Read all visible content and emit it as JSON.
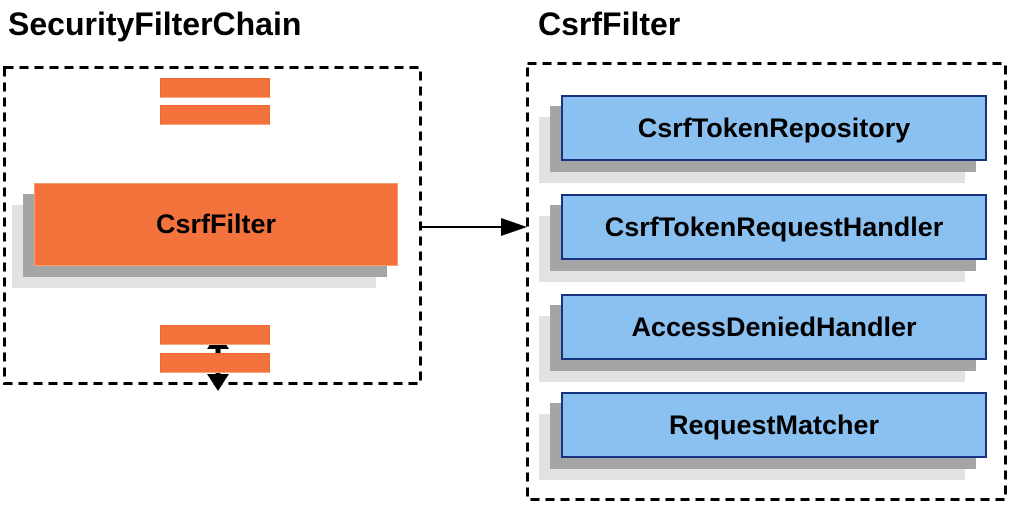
{
  "diagram": {
    "left_panel": {
      "title": "SecurityFilterChain",
      "csrf_filter_label": "CsrfFilter"
    },
    "right_panel": {
      "title": "CsrfFilter",
      "components": [
        {
          "label": "CsrfTokenRepository"
        },
        {
          "label": "CsrfTokenRequestHandler"
        },
        {
          "label": "AccessDeniedHandler"
        },
        {
          "label": "RequestMatcher"
        }
      ]
    },
    "colors": {
      "orange_fill": "#F4733C",
      "blue_fill": "#8BC1F1",
      "blue_border": "#17327E",
      "shadow_dark": "#A5A5A5",
      "shadow_light": "#E2E2E2",
      "dashed_border": "#000000",
      "arrow": "#000000",
      "text": "#000000"
    }
  }
}
